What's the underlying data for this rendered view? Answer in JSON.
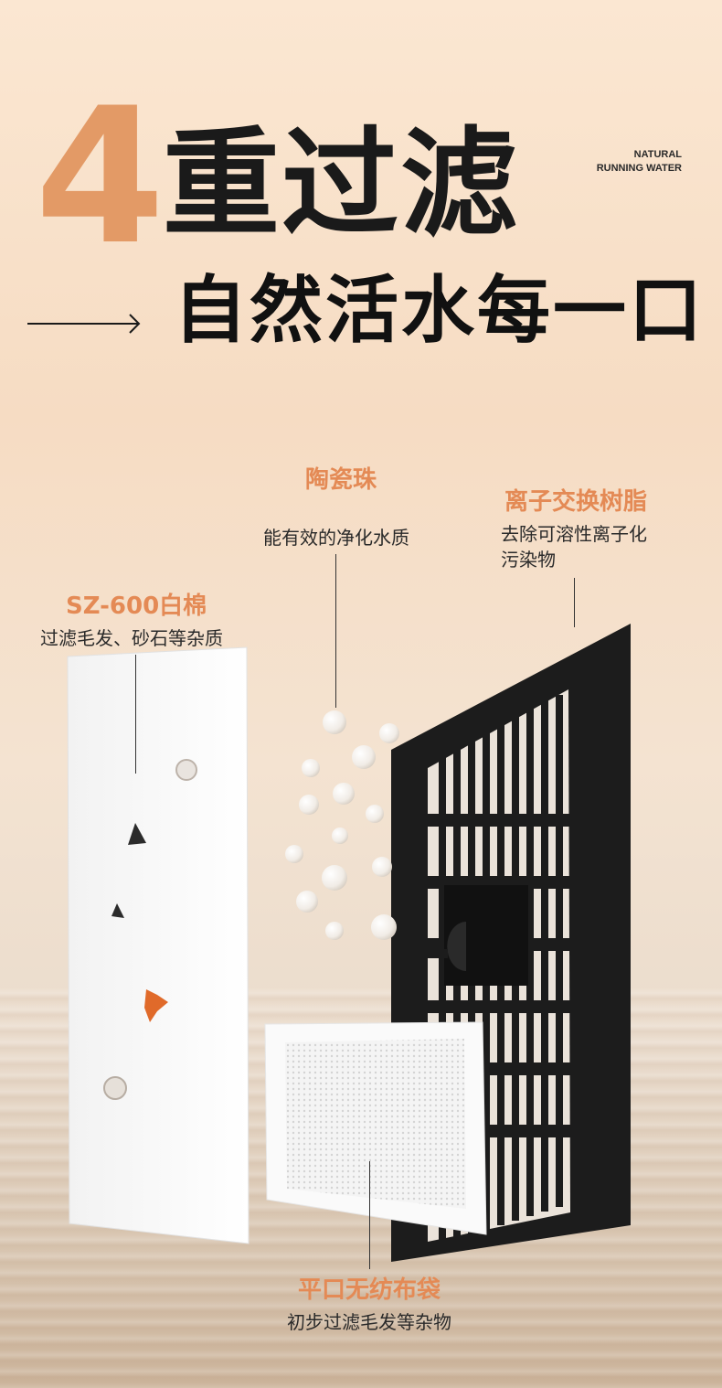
{
  "header": {
    "number": "4",
    "title": "重过滤",
    "tag_line1": "NATURAL",
    "tag_line2": "RUNNING WATER",
    "subtitle": "自然活水每一口"
  },
  "callouts": {
    "ceramic": {
      "title": "陶瓷珠",
      "desc": "能有效的净化水质"
    },
    "resin": {
      "title": "离子交换树脂",
      "desc_line1": "去除可溶性离子化",
      "desc_line2": "污染物"
    },
    "cotton": {
      "title": "SZ-600白棉",
      "desc": "过滤毛发、砂石等杂质"
    },
    "bag": {
      "title": "平口无纺布袋",
      "desc": "初步过滤毛发等杂物"
    }
  },
  "colors": {
    "accent": "#e39a66",
    "callout_title": "#e48a55",
    "text_dark": "#1a1a1a",
    "frame": "#1c1c1c"
  }
}
